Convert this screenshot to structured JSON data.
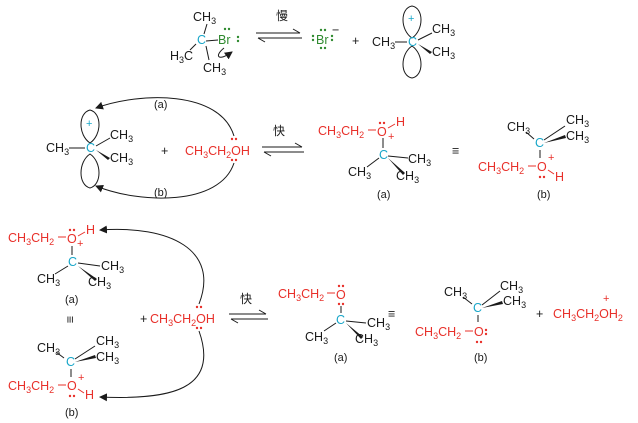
{
  "reaction_1": {
    "slow_label": "慢",
    "c_label": "C",
    "br_label": "Br",
    "bromide": {
      "br": "Br",
      "charge": "−"
    },
    "plus_sign": "+",
    "ch3": "CH",
    "sub3": "3",
    "h3c": "H",
    "cation_plus": "+"
  },
  "reaction_2": {
    "path_a": "(a)",
    "path_b": "(b)",
    "plus_sign": "+",
    "ethanol": {
      "ch3ch2": "CH",
      "sub3": "3",
      "ch": "CH",
      "sub2": "2",
      "oh": "OH"
    },
    "fast_label": "快",
    "product_a_label": "(a)",
    "product_b_label": "(b)",
    "equiv": "≡",
    "o_label": "O",
    "h_label": "H",
    "c_label": "C",
    "o_plus": "+"
  },
  "reaction_3": {
    "left_a_label": "(a)",
    "left_b_label": "(b)",
    "plus_sign": "+",
    "fast_label": "快",
    "product_a_label": "(a)",
    "product_b_label": "(b)",
    "equiv": "≡",
    "oh2": "OH",
    "sub2": "2",
    "o_plus": "+"
  }
}
